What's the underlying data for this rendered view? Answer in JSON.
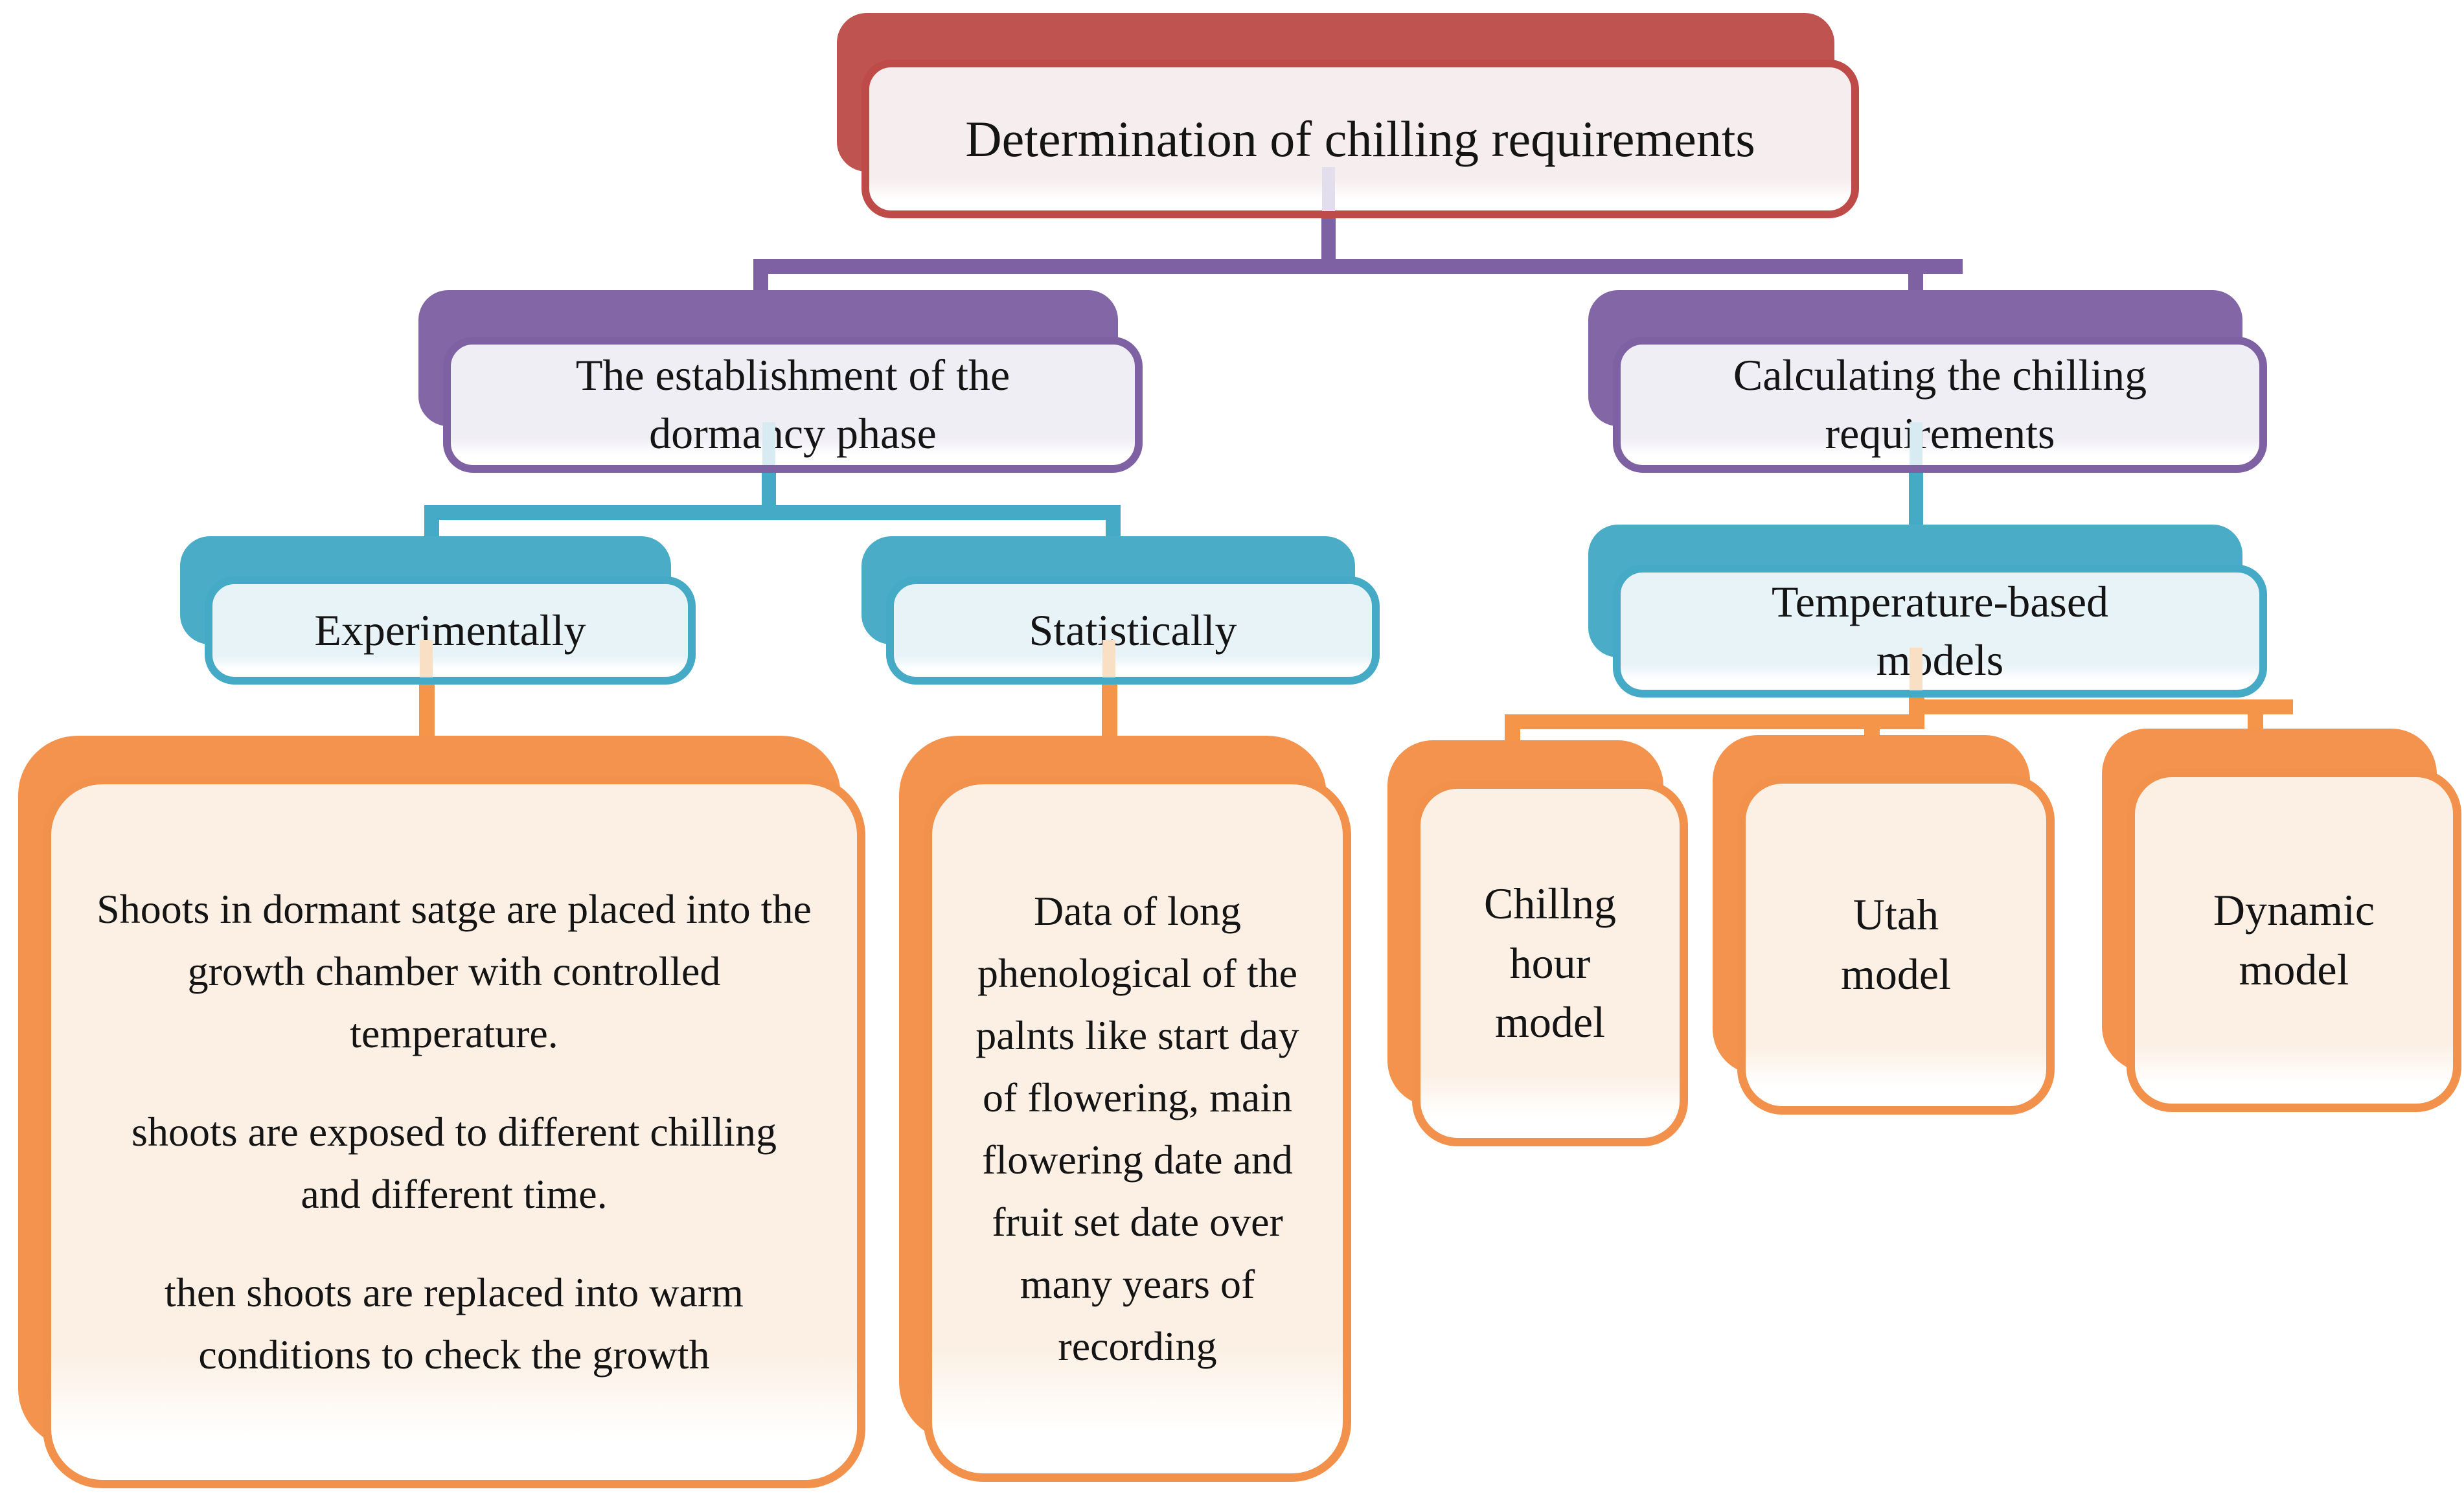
{
  "figure": {
    "type": "flowchart",
    "levels": 4
  },
  "colors": {
    "level1_red": "#BE4B48",
    "level2_purple": "#7E61A2",
    "level3_teal": "#44AAC5",
    "level4_orange": "#F1914B",
    "level1_fill": "#F5EDEE",
    "level2_fill": "#F0EEF5",
    "level3_fill": "#E8F3F8",
    "level4_fill": "#FCF0E4",
    "text": "#141414"
  },
  "nodes": {
    "root": {
      "label": "Determination of chilling requirements"
    },
    "establishment": {
      "label": "The establishment of the dormancy phase"
    },
    "calculating": {
      "label": "Calculating the chilling requirements"
    },
    "experimentally": {
      "label": "Experimentally"
    },
    "statistically": {
      "label": "Statistically"
    },
    "temperature_models": {
      "label": "Temperature-based models"
    },
    "experimental_detail": {
      "paragraphs": [
        "Shoots in dormant satge are placed into the growth chamber with controlled temperature.",
        "shoots are exposed to different chilling and different time.",
        "then shoots are replaced into warm conditions to check the growth"
      ]
    },
    "statistical_detail": {
      "text": "Data of long phenological of the palnts like start day of flowering, main flowering date and fruit set date over many years of recording"
    },
    "chilling_hour": {
      "label": "Chillng hour model"
    },
    "utah": {
      "label": "Utah model"
    },
    "dynamic": {
      "label": "Dynamic model"
    }
  }
}
